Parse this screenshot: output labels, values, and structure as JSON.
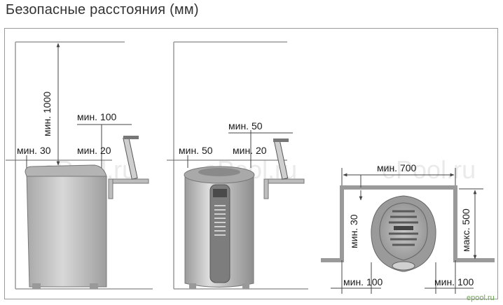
{
  "title": "Безопасные расстояния (мм)",
  "left_view": {
    "height_label": "мин. 1000",
    "side_label": "мин. 30",
    "wall_label": "мин. 20",
    "shelf_label": "мин. 100"
  },
  "middle_view": {
    "side_label": "мин. 50",
    "wall_label": "мин. 20",
    "shelf_label": "мин. 50"
  },
  "top_view": {
    "width_label": "мин. 700",
    "back_label": "мин. 30",
    "depth_label": "макс. 500",
    "left_label": "мин. 100",
    "right_label": "мин. 100"
  },
  "watermarks": [
    "ePool.ru",
    "ePool.ru",
    "ePool.ru"
  ],
  "corner_mark": "epool.ru",
  "colors": {
    "wall": "#9a9a9a",
    "heater_body": "#c9c9c9",
    "heater_dark": "#8c8c8c",
    "arrow": "#444444"
  }
}
